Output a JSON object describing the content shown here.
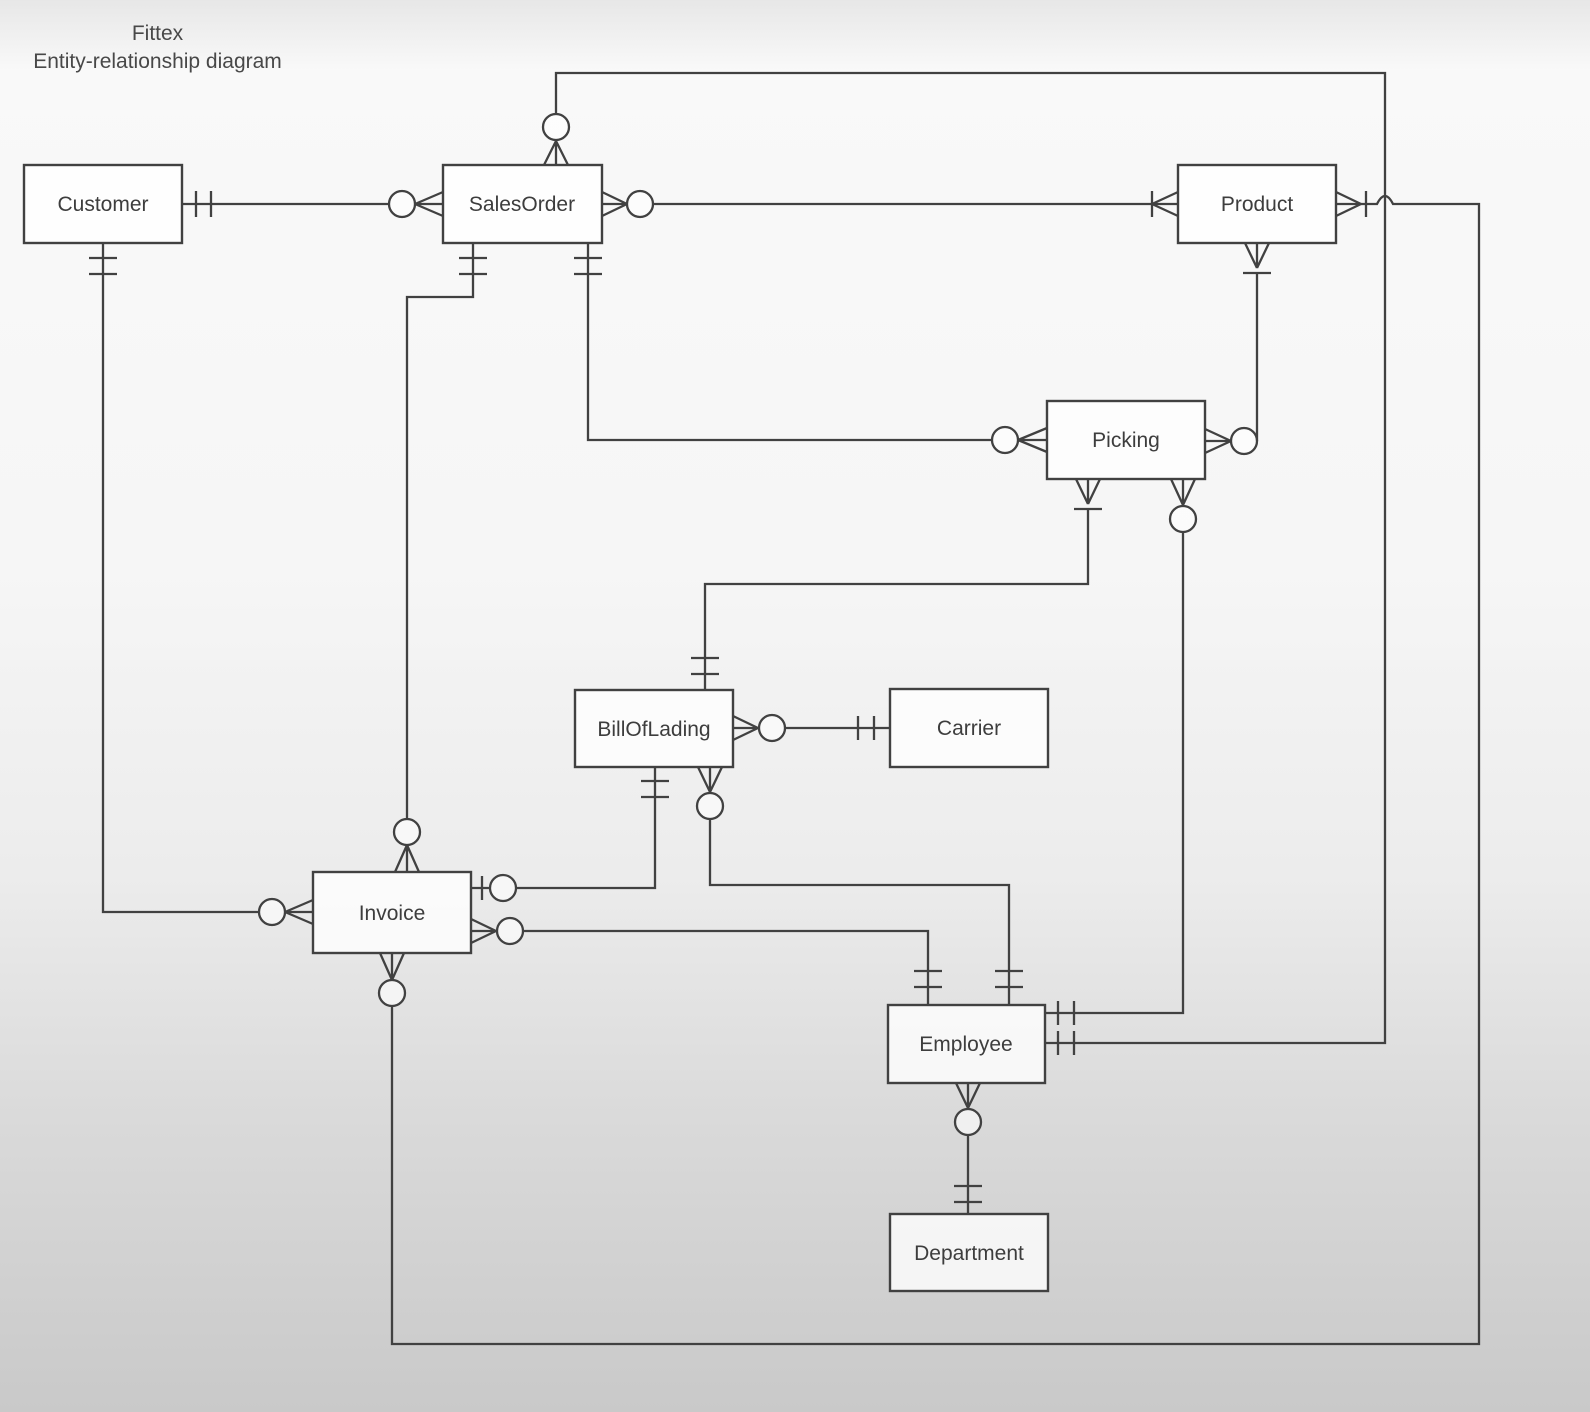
{
  "title": {
    "line1": "Fittex",
    "line2": "Entity-relationship diagram"
  },
  "entities": {
    "customer": {
      "label": "Customer"
    },
    "sales_order": {
      "label": "SalesOrder"
    },
    "product": {
      "label": "Product"
    },
    "picking": {
      "label": "Picking"
    },
    "bill_of_lading": {
      "label": "BillOfLading"
    },
    "carrier": {
      "label": "Carrier"
    },
    "invoice": {
      "label": "Invoice"
    },
    "employee": {
      "label": "Employee"
    },
    "department": {
      "label": "Department"
    }
  },
  "notation": "crow's foot",
  "colors": {
    "line": "#414141",
    "box_fill": "#fbfbfb",
    "text": "#3d3d3d",
    "background_top": "#f6f6f6",
    "background_bottom": "#c9c9c9"
  },
  "relationships": [
    {
      "from": "Customer",
      "to": "SalesOrder",
      "from_card": "one and only one",
      "to_card": "zero or many"
    },
    {
      "from": "Customer",
      "to": "Invoice",
      "from_card": "one and only one",
      "to_card": "zero or many"
    },
    {
      "from": "SalesOrder",
      "to": "Product",
      "from_card": "zero or many",
      "to_card": "one or many"
    },
    {
      "from": "SalesOrder",
      "to": "Invoice",
      "from_card": "one and only one",
      "to_card": "zero or many"
    },
    {
      "from": "SalesOrder",
      "to": "Picking",
      "from_card": "one and only one",
      "to_card": "zero or many"
    },
    {
      "from": "SalesOrder",
      "to": "Employee",
      "from_card": "zero or many",
      "to_card": "one and only one"
    },
    {
      "from": "Product",
      "to": "Picking",
      "from_card": "one or many",
      "to_card": "zero or many"
    },
    {
      "from": "Product",
      "to": "Invoice",
      "from_card": "one or many",
      "to_card": "zero or many"
    },
    {
      "from": "Picking",
      "to": "BillOfLading",
      "from_card": "one or many",
      "to_card": "one and only one"
    },
    {
      "from": "Picking",
      "to": "Employee",
      "from_card": "zero or many",
      "to_card": "one and only one"
    },
    {
      "from": "BillOfLading",
      "to": "Carrier",
      "from_card": "zero or many",
      "to_card": "one and only one"
    },
    {
      "from": "BillOfLading",
      "to": "Invoice",
      "from_card": "one and only one",
      "to_card": "zero or one"
    },
    {
      "from": "BillOfLading",
      "to": "Employee",
      "from_card": "zero or many",
      "to_card": "one and only one"
    },
    {
      "from": "Invoice",
      "to": "Employee",
      "from_card": "zero or many",
      "to_card": "one and only one"
    },
    {
      "from": "Employee",
      "to": "Department",
      "from_card": "zero or many",
      "to_card": "one and only one"
    }
  ]
}
